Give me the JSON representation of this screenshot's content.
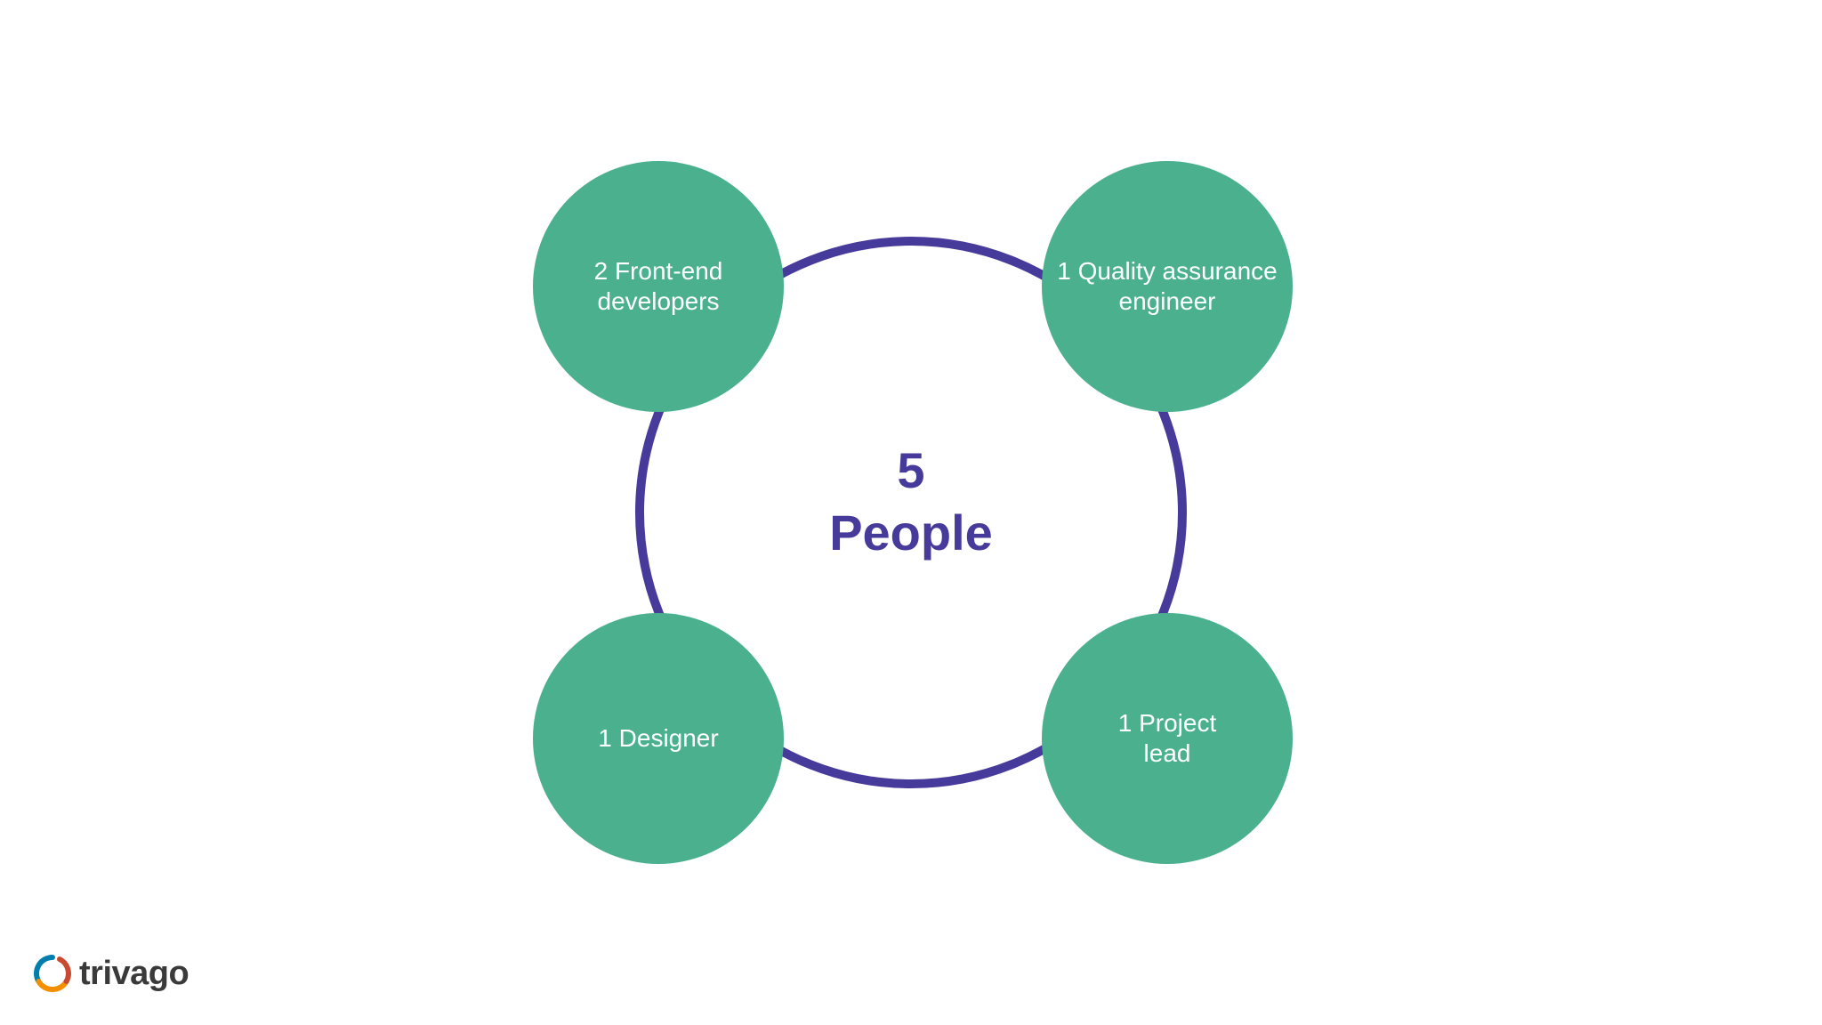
{
  "colors": {
    "accent": "#463A9B",
    "node_fill": "#4AB08E",
    "node_text": "#FFFFFF",
    "background": "#FFFFFF",
    "logo_text": "#3A3A3A",
    "logo_orange": "#F48F00",
    "logo_blue": "#007FAD",
    "logo_red": "#C94A30"
  },
  "center": {
    "count": "5",
    "label": "People"
  },
  "nodes": [
    {
      "label": "2 Front-end\ndevelopers"
    },
    {
      "label": "1 Quality assurance\nengineer"
    },
    {
      "label": "1 Designer"
    },
    {
      "label": "1 Project\nlead"
    }
  ],
  "logo": {
    "icon": "trivago-ring-icon",
    "wordmark": "trivago"
  }
}
